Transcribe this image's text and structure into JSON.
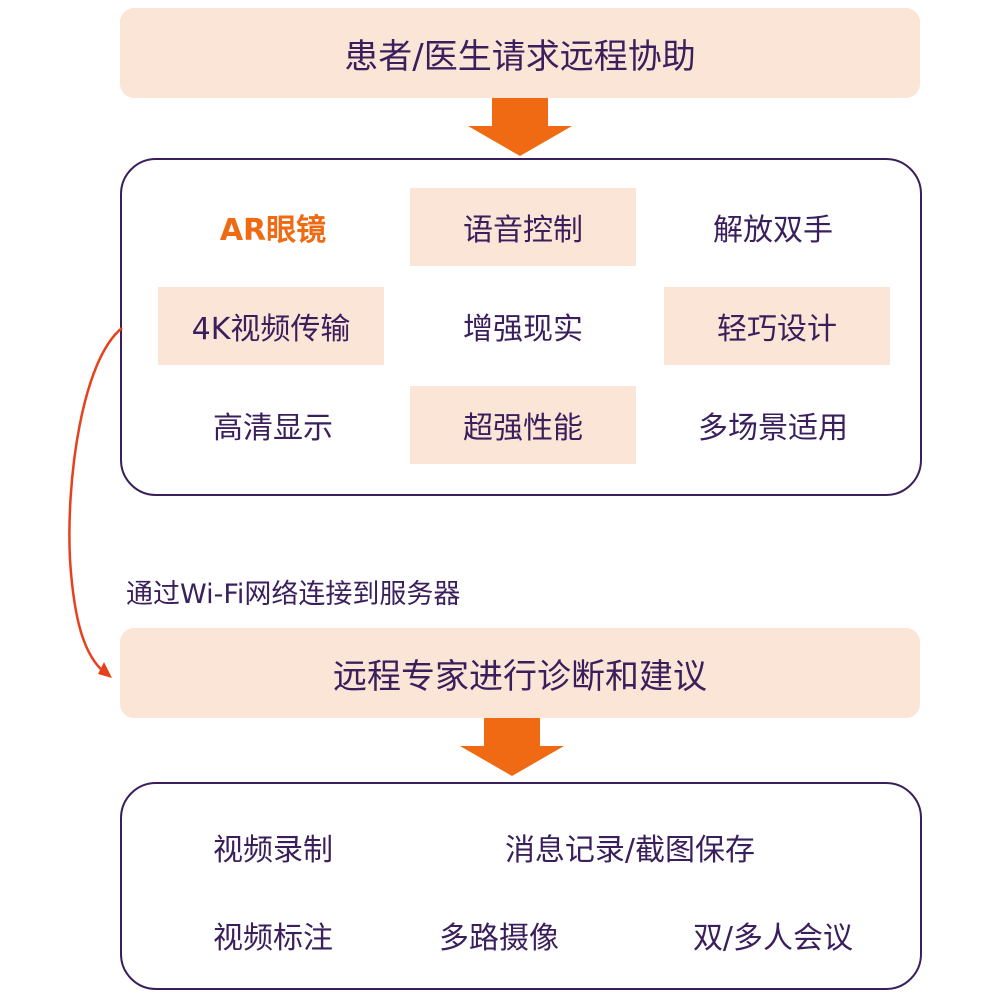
{
  "step1": {
    "label": "患者/医生请求远程协助"
  },
  "ar_box": {
    "title": "AR眼镜",
    "features": [
      "语音控制",
      "解放双手",
      "4K视频传输",
      "增强现实",
      "轻巧设计",
      "高清显示",
      "超强性能",
      "多场景适用"
    ]
  },
  "connection": {
    "label": "通过Wi-Fi网络连接到服务器"
  },
  "step2": {
    "label": "远程专家进行诊断和建议"
  },
  "result_box": {
    "items": [
      "视频录制",
      "消息记录/截图保存",
      "视频标注",
      "多路摄像",
      "双/多人会议"
    ]
  },
  "colors": {
    "accent": "#f06a14",
    "text": "#3a1f5c",
    "fill": "#fbe5d6",
    "curve": "#e8401c"
  }
}
